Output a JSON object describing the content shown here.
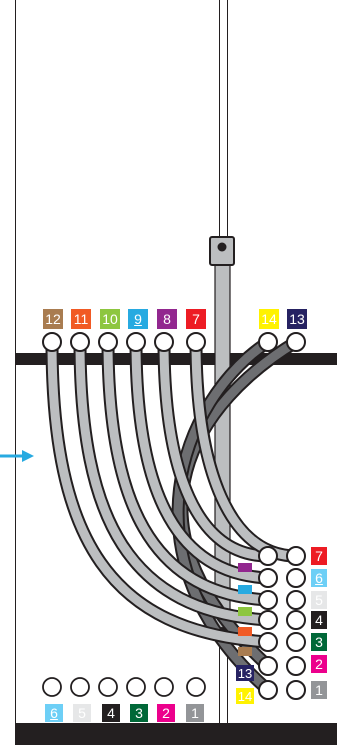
{
  "colors": {
    "background": "#ffffff",
    "panel_edge": "#231f20",
    "rail": "#231f20",
    "cable_light_fill": "#bcbec0",
    "cable_dark_fill": "#6d6e71",
    "cable_outline": "#231f20",
    "port_ring": "#231f20",
    "port_fill": "#ffffff",
    "arrow": "#27aae1"
  },
  "direction_arrow": {
    "icon": "right-arrow-icon",
    "color": "#27aae1"
  },
  "top_ports": [
    {
      "number": "12",
      "color": "#a97c50",
      "text_color": "#ffffff",
      "underline": false
    },
    {
      "number": "11",
      "color": "#f15a24",
      "text_color": "#ffffff",
      "underline": false
    },
    {
      "number": "10",
      "color": "#8dc63f",
      "text_color": "#ffffff",
      "underline": false
    },
    {
      "number": "9",
      "color": "#27aae1",
      "text_color": "#ffffff",
      "underline": true
    },
    {
      "number": "8",
      "color": "#92278f",
      "text_color": "#ffffff",
      "underline": false
    },
    {
      "number": "7",
      "color": "#ed1c24",
      "text_color": "#ffffff",
      "underline": false
    },
    {
      "number": "14",
      "color": "#fff200",
      "text_color": "#ffffff",
      "underline": false
    },
    {
      "number": "13",
      "color": "#262262",
      "text_color": "#ffffff",
      "underline": false
    }
  ],
  "right_ports": [
    {
      "number": "7",
      "color": "#ed1c24",
      "text_color": "#ffffff",
      "underline": false
    },
    {
      "number": "6",
      "color": "#6dcff6",
      "text_color": "#ffffff",
      "underline": true
    },
    {
      "number": "5",
      "color": "#e6e7e8",
      "text_color": "#ffffff",
      "underline": false
    },
    {
      "number": "4",
      "color": "#231f20",
      "text_color": "#ffffff",
      "underline": false
    },
    {
      "number": "3",
      "color": "#006838",
      "text_color": "#ffffff",
      "underline": false
    },
    {
      "number": "2",
      "color": "#ec008c",
      "text_color": "#ffffff",
      "underline": false
    },
    {
      "number": "1",
      "color": "#939598",
      "text_color": "#ffffff",
      "underline": false
    }
  ],
  "bottom_ports": [
    {
      "number": "6",
      "color": "#6dcff6",
      "text_color": "#ffffff",
      "underline": true
    },
    {
      "number": "5",
      "color": "#e6e7e8",
      "text_color": "#ffffff",
      "underline": false
    },
    {
      "number": "4",
      "color": "#231f20",
      "text_color": "#ffffff",
      "underline": false
    },
    {
      "number": "3",
      "color": "#006838",
      "text_color": "#ffffff",
      "underline": false
    },
    {
      "number": "2",
      "color": "#ec008c",
      "text_color": "#ffffff",
      "underline": false
    },
    {
      "number": "1",
      "color": "#939598",
      "text_color": "#ffffff",
      "underline": false
    }
  ],
  "cable_end_labels": [
    {
      "number": "13",
      "color": "#262262",
      "text_color": "#ffffff"
    },
    {
      "number": "14",
      "color": "#fff200",
      "text_color": "#ffffff"
    }
  ],
  "cable_end_tabs": [
    {
      "color": "#92278f"
    },
    {
      "color": "#27aae1"
    },
    {
      "color": "#8dc63f"
    },
    {
      "color": "#f15a24"
    },
    {
      "color": "#a97c50"
    }
  ]
}
